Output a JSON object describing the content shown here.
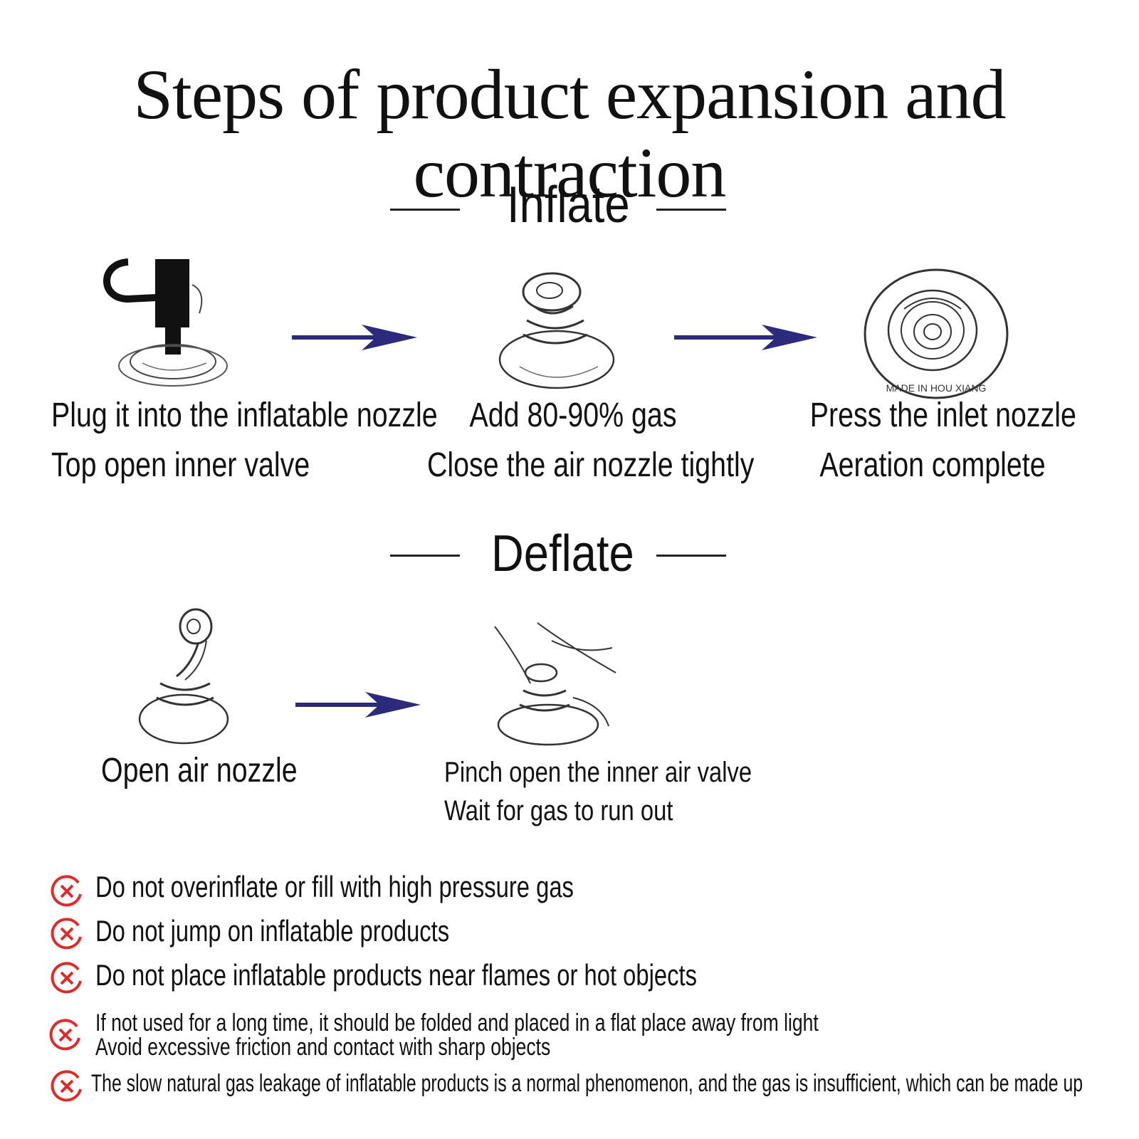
{
  "title": "Steps of product expansion and contraction",
  "inflate": {
    "heading": "Inflate",
    "steps": [
      {
        "icon": "pump-nozzle-illustration",
        "line1": "Plug it into the inflatable nozzle",
        "line2": "Top open inner valve"
      },
      {
        "icon": "valve-cap-illustration",
        "line1": "Add 80-90% gas",
        "line2": "Close the air nozzle tightly"
      },
      {
        "icon": "valve-top-view-illustration",
        "line1": "Press the inlet nozzle",
        "line2": "Aeration complete",
        "stamp": "MADE IN HOU XIANG"
      }
    ]
  },
  "deflate": {
    "heading": "Deflate",
    "steps": [
      {
        "icon": "open-valve-illustration",
        "line1": "Open air nozzle"
      },
      {
        "icon": "pinch-valve-illustration",
        "line1": "Pinch open the inner air valve",
        "line2": "Wait for gas to run out"
      }
    ]
  },
  "warnings": [
    "Do not overinflate or fill with high pressure gas",
    "Do not jump on inflatable products",
    "Do not place inflatable products near flames or hot objects",
    "If not used for a long time, it should be folded and placed in a flat place away from light",
    "Avoid excessive friction and contact with sharp objects",
    "The slow natural gas leakage of inflatable products is a normal phenomenon, and the gas is insufficient, which can be made up"
  ],
  "colors": {
    "arrow": "#2c2a7a",
    "warning_icon": "#e02a2a",
    "text": "#111111"
  }
}
